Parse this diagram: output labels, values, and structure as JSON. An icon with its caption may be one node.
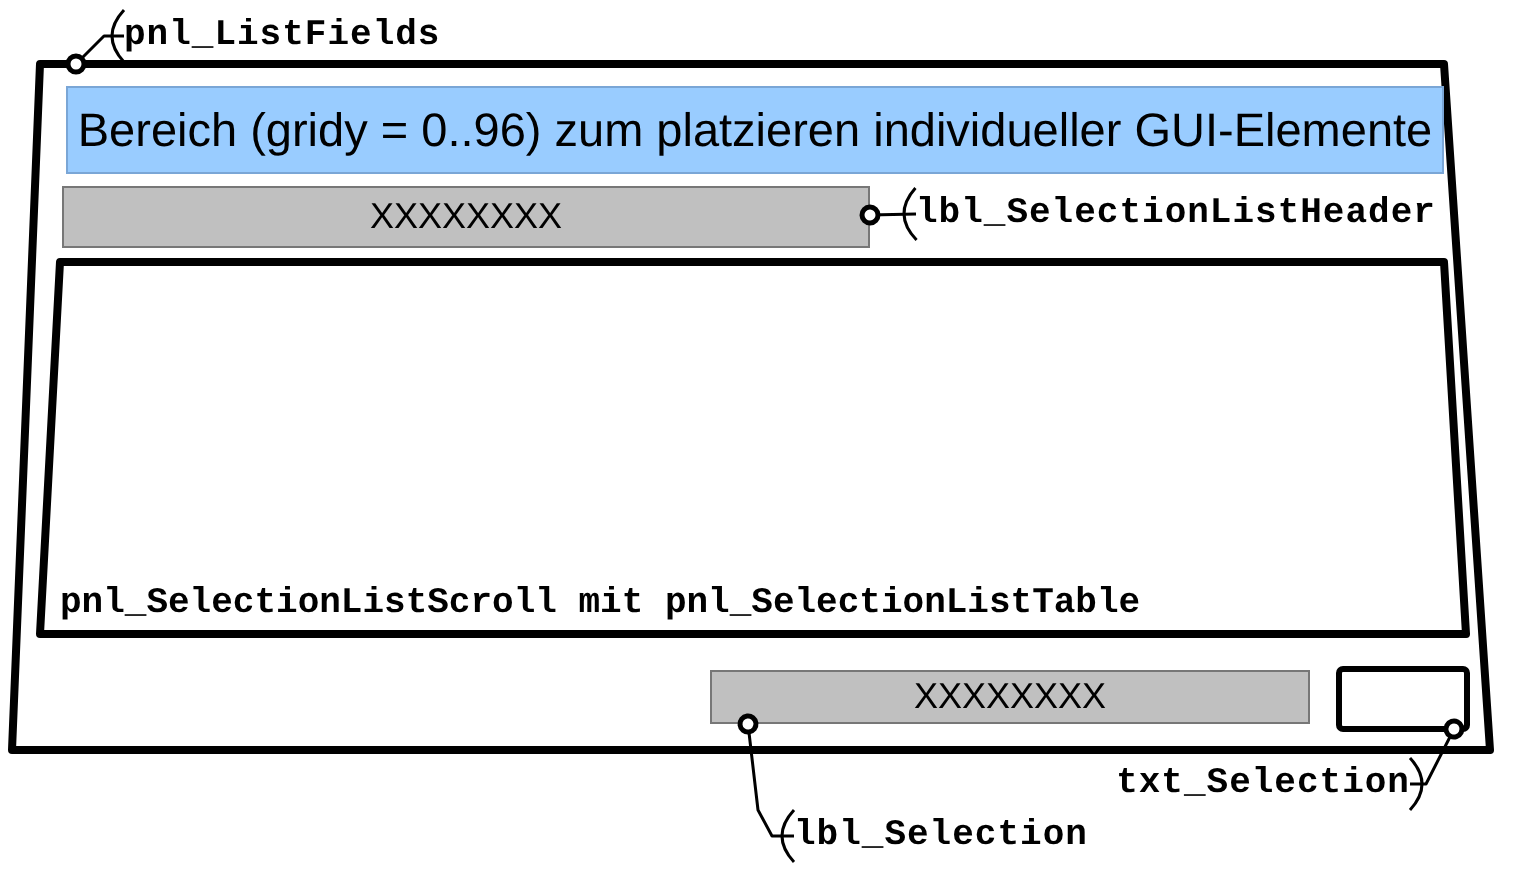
{
  "diagram": {
    "nodes": [
      {
        "text": [
          "pnl_ListFields"
        ]
      },
      {
        "text": [],
        "shape": "box"
      },
      {
        "text": [
          "Bereich (gridy = 0..96) zum platzieren individueller GUI-Elemente"
        ],
        "in": 1
      },
      {
        "text": [
          "XXXXXXXX"
        ],
        "in": 1
      },
      {
        "text": [
          "lbl_SelectionListHeader"
        ],
        "in": 1
      },
      {
        "text": [
          "pnl_SelectionListScroll mit pnl_SelectionListTable"
        ],
        "in": 1
      },
      {
        "text": [
          "XXXXXXXX"
        ],
        "in": 1
      },
      {
        "text": [],
        "shape": "box",
        "in": 1
      },
      {
        "text": [
          "txt_Selection"
        ]
      },
      {
        "text": [
          "lbl_Selection"
        ]
      }
    ],
    "edges": [
      {
        "from": 0,
        "to": 1,
        "arrow": "other"
      },
      {
        "from": 4,
        "to": 3,
        "arrow": "other"
      },
      {
        "from": 8,
        "to": 7,
        "arrow": "other"
      },
      {
        "from": 9,
        "to": 6,
        "arrow": "other"
      }
    ]
  }
}
